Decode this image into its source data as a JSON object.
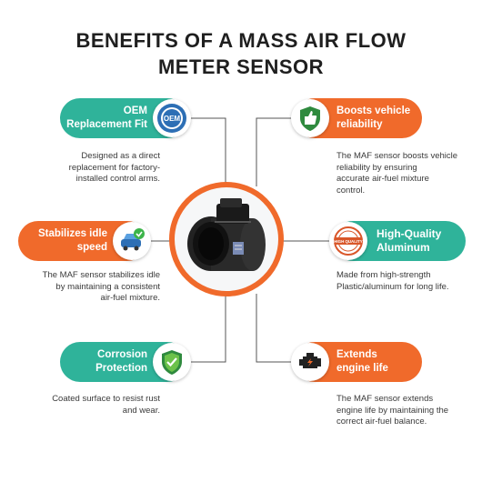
{
  "title": {
    "line1": "BENEFITS OF A MASS AIR FLOW",
    "line2": "METER SENSOR"
  },
  "colors": {
    "teal": "#2fb39a",
    "orange": "#f06a2b",
    "title": "#1f1f1f"
  },
  "center_image": "mass-air-flow-sensor",
  "left": [
    {
      "heading_line1": "OEM",
      "heading_line2": "Replacement Fit",
      "icon": "oem-seal-icon",
      "description": [
        "Designed as a direct",
        "replacement for factory-",
        "installed control arms."
      ]
    },
    {
      "heading_line1": "Stabilizes idle",
      "heading_line2": "speed",
      "icon": "car-check-icon",
      "description": [
        "The MAF sensor stabilizes idle",
        "by maintaining a consistent",
        "air-fuel mixture."
      ]
    },
    {
      "heading_line1": "Corrosion",
      "heading_line2": "Protection",
      "icon": "shield-check-icon",
      "description": [
        "Coated surface to resist rust",
        "and wear."
      ]
    }
  ],
  "right": [
    {
      "heading_line1": "Boosts vehicle",
      "heading_line2": "reliability",
      "icon": "thumbs-up-shield-icon",
      "description": [
        "The MAF sensor boosts vehicle",
        "reliability by ensuring",
        "accurate air-fuel mixture",
        "control."
      ]
    },
    {
      "heading_line1": "High-Quality",
      "heading_line2": "Aluminum",
      "icon": "high-quality-stamp-icon",
      "stamp_text": "HIGH QUALITY",
      "description": [
        "Made from high-strength",
        "Plastic/aluminum for long life."
      ]
    },
    {
      "heading_line1": "Extends",
      "heading_line2": "engine life",
      "icon": "engine-icon",
      "description": [
        "The MAF sensor extends",
        "engine life by maintaining the",
        "correct air-fuel balance."
      ]
    }
  ],
  "oem_seal_text": "OEM"
}
